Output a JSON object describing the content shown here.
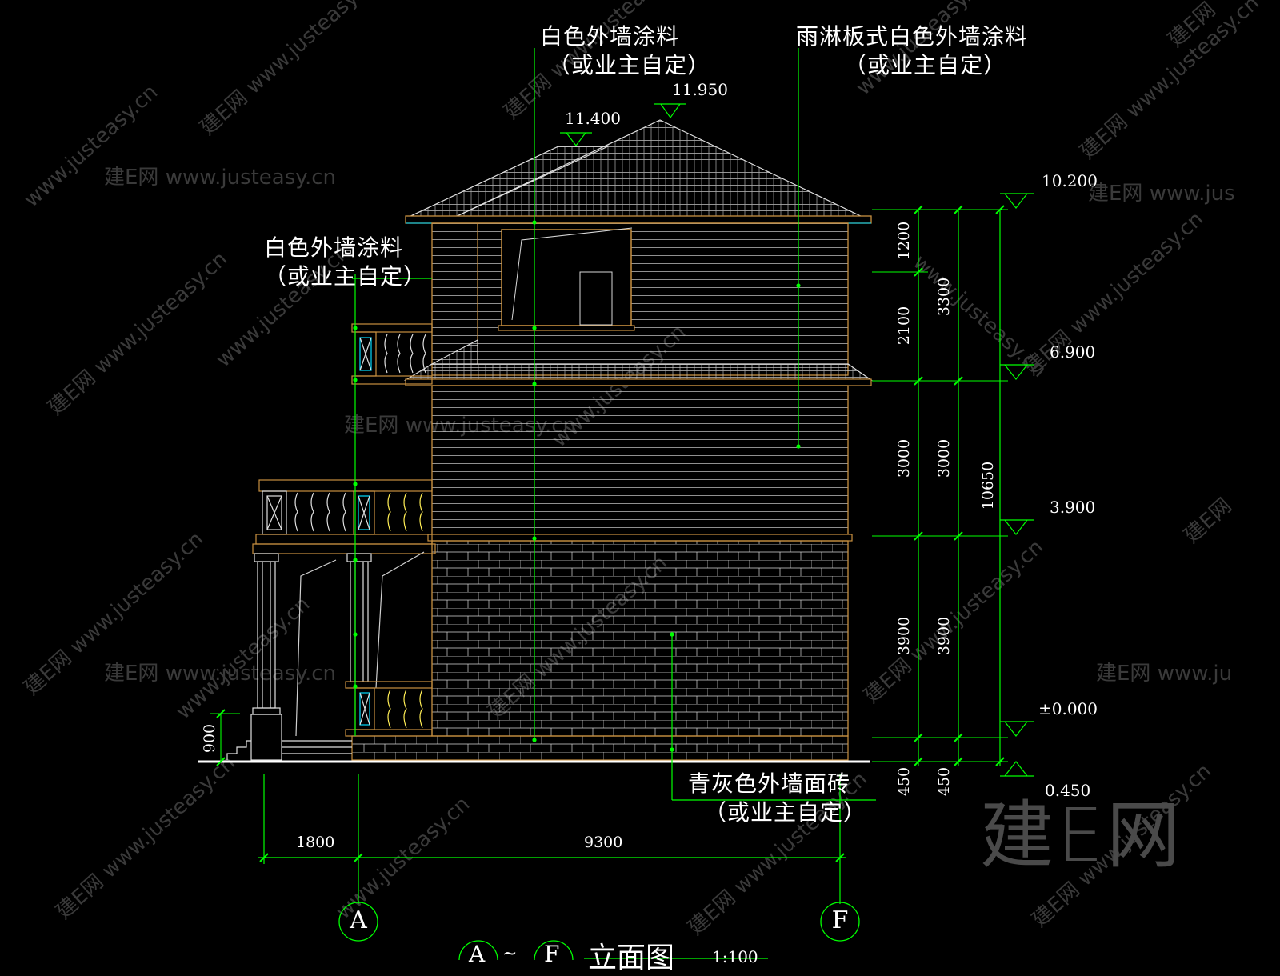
{
  "notes": {
    "top_left": {
      "line1": "白色外墙涂料",
      "line2": "（或业主自定）"
    },
    "top_right": {
      "line1": "雨淋板式白色外墙涂料",
      "line2": "（或业主自定）"
    },
    "mid_left": {
      "line1": "白色外墙涂料",
      "line2": "（或业主自定）"
    },
    "bottom": {
      "line1": "青灰色外墙面砖",
      "line2": "（或业主自定）"
    }
  },
  "elevations": {
    "ridge": "11.950",
    "eave_top": "11.400",
    "roof": "10.200",
    "floor3": "6.900",
    "floor2": "3.900",
    "ground": "±0.000",
    "grade": "0.450"
  },
  "dimensions": {
    "inner": [
      "1200",
      "2100",
      "3000",
      "3900",
      "450"
    ],
    "middle": [
      "3300",
      "3000",
      "3900",
      "450"
    ],
    "total": "10650",
    "porch": "900",
    "horizontal": [
      "1800",
      "9300"
    ]
  },
  "axes": {
    "left": "A",
    "right": "F"
  },
  "title": {
    "axis_a": "A",
    "separator": "~",
    "axis_f": "F",
    "text": "立面图",
    "scale": "1:100"
  },
  "watermark": {
    "logo": "建E网",
    "site": "www.justeasy.cn"
  },
  "colors": {
    "background": "#000000",
    "lines": "#ffffff",
    "dims": "#00ff00",
    "outline": "#c89040"
  }
}
